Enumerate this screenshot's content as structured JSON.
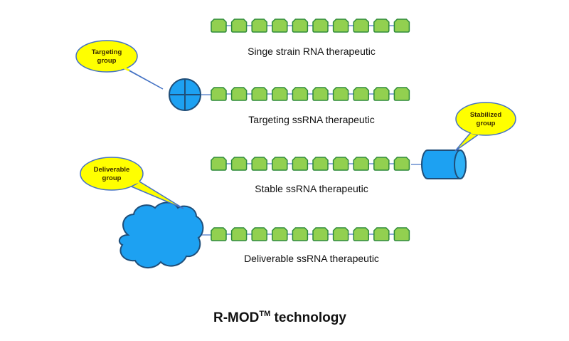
{
  "colors": {
    "nucleotide_fill": "#92d050",
    "nucleotide_stroke": "#2e8b3a",
    "backbone": "#8eaadb",
    "group_fill": "#1da1f2",
    "group_stroke": "#1f4e79",
    "callout_fill": "#ffff00",
    "callout_stroke": "#4472c4"
  },
  "strands": [
    {
      "label": "Singe strain RNA therapeutic",
      "attachment": "none"
    },
    {
      "label": "Targeting ssRNA therapeutic",
      "attachment": "circle-cross-icon"
    },
    {
      "label": "Stable ssRNA therapeutic",
      "attachment": "cylinder-icon"
    },
    {
      "label": "Deliverable ssRNA therapeutic",
      "attachment": "cloud-icon"
    }
  ],
  "callouts": {
    "targeting": [
      "Targeting",
      "group"
    ],
    "stabilized": [
      "Stabilized",
      "group"
    ],
    "deliverable": [
      "Deliverable",
      "group"
    ]
  },
  "footer": {
    "title_prefix": "R-MOD",
    "title_superscript": "TM",
    "title_suffix": " technology"
  }
}
